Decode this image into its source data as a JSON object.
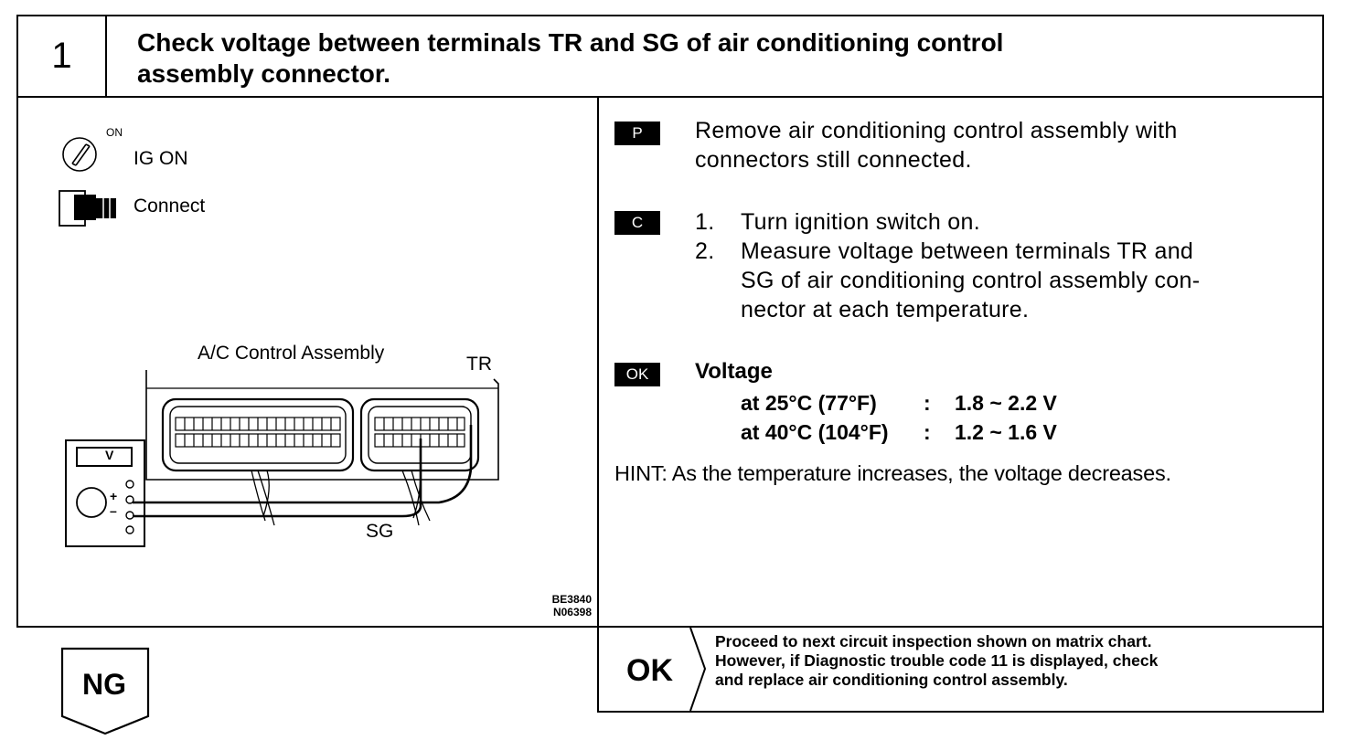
{
  "header": {
    "step_number": "1",
    "title_line1": "Check voltage between terminals TR and SG of air conditioning control",
    "title_line2": "assembly connector."
  },
  "illustration": {
    "ignition_on_mark": "ON",
    "ignition_label": "IG ON",
    "connect_label": "Connect",
    "assembly_label": "A/C Control Assembly",
    "tr_label": "TR",
    "sg_label": "SG",
    "meter_label": "V",
    "plus_sign": "+",
    "minus_sign": "–",
    "figure_codes": [
      "BE3840",
      "N06398"
    ]
  },
  "procedure": {
    "p_badge": "P",
    "p_line1": "Remove air conditioning control assembly with",
    "p_line2": "connectors still connected.",
    "c_badge": "C",
    "c_steps": [
      {
        "num": "1.",
        "lines": [
          "Turn ignition switch on."
        ]
      },
      {
        "num": "2.",
        "lines": [
          "Measure voltage between terminals TR and",
          "SG of air conditioning control assembly con-",
          "nector at each temperature."
        ]
      }
    ],
    "ok_badge": "OK",
    "voltage_title": "Voltage",
    "voltage_rows": [
      {
        "condition": "at 25°C (77°F)",
        "sep": ":",
        "value": "1.8 ~ 2.2 V"
      },
      {
        "condition": "at 40°C (104°F)",
        "sep": ":",
        "value": "1.2 ~ 1.6 V"
      }
    ],
    "hint": "HINT: As the temperature increases, the voltage decreases."
  },
  "result_ok": {
    "label": "OK",
    "line1": "Proceed to next circuit inspection shown on matrix chart.",
    "line2": "However, if Diagnostic trouble code 11 is displayed, check",
    "line3": "and replace air conditioning control assembly."
  },
  "result_ng": {
    "label": "NG"
  }
}
